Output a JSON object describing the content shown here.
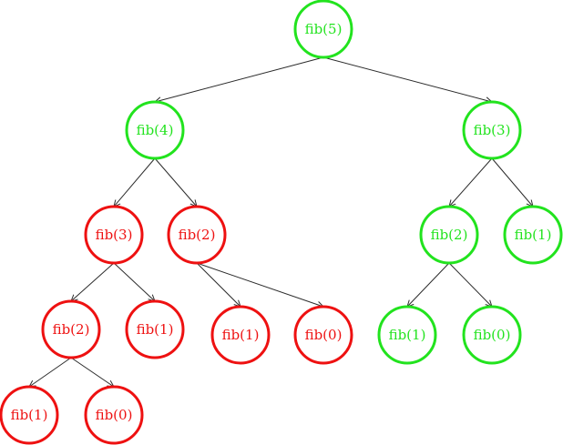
{
  "colors": {
    "green": "#22e31e",
    "red": "#ee1111",
    "edge": "#2b2b2b"
  },
  "nodes": [
    {
      "id": "n1",
      "label": "fib(5)",
      "color": "green"
    },
    {
      "id": "n2",
      "label": "fib(4)",
      "color": "green"
    },
    {
      "id": "n3",
      "label": "fib(3)",
      "color": "green"
    },
    {
      "id": "n4",
      "label": "fib(3)",
      "color": "red"
    },
    {
      "id": "n5",
      "label": "fib(2)",
      "color": "red"
    },
    {
      "id": "n6",
      "label": "fib(2)",
      "color": "green"
    },
    {
      "id": "n7",
      "label": "fib(1)",
      "color": "green"
    },
    {
      "id": "n8",
      "label": "fib(2)",
      "color": "red"
    },
    {
      "id": "n9",
      "label": "fib(1)",
      "color": "red"
    },
    {
      "id": "n10",
      "label": "fib(1)",
      "color": "red"
    },
    {
      "id": "n11",
      "label": "fib(0)",
      "color": "red"
    },
    {
      "id": "n12",
      "label": "fib(1)",
      "color": "green"
    },
    {
      "id": "n13",
      "label": "fib(0)",
      "color": "green"
    },
    {
      "id": "n14",
      "label": "fib(1)",
      "color": "red"
    },
    {
      "id": "n15",
      "label": "fib(0)",
      "color": "red"
    }
  ],
  "edges": [
    [
      "n1",
      "n2"
    ],
    [
      "n1",
      "n3"
    ],
    [
      "n2",
      "n4"
    ],
    [
      "n2",
      "n5"
    ],
    [
      "n3",
      "n6"
    ],
    [
      "n3",
      "n7"
    ],
    [
      "n4",
      "n8"
    ],
    [
      "n4",
      "n9"
    ],
    [
      "n5",
      "n10"
    ],
    [
      "n5",
      "n11"
    ],
    [
      "n6",
      "n12"
    ],
    [
      "n6",
      "n13"
    ],
    [
      "n8",
      "n14"
    ],
    [
      "n8",
      "n15"
    ]
  ]
}
